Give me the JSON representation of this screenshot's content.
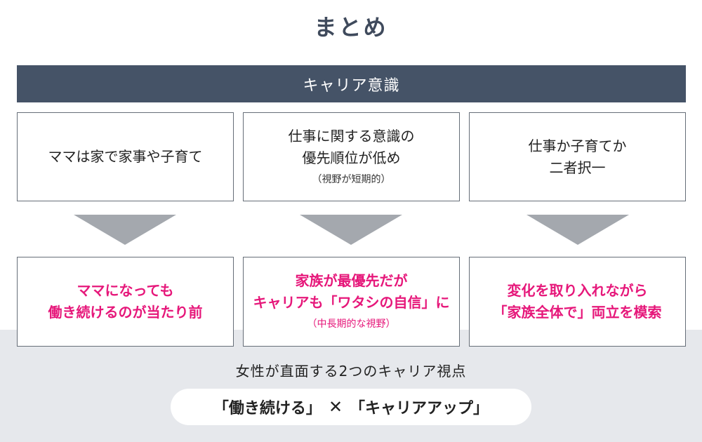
{
  "title": "まとめ",
  "section_header": "キャリア意識",
  "columns": [
    {
      "before": {
        "text": "ママは家で家事や子育て",
        "note": ""
      },
      "after": {
        "text": "ママになっても\n働き続けるのが当たり前",
        "note": ""
      }
    },
    {
      "before": {
        "text": "仕事に関する意識の\n優先順位が低め",
        "note": "（視野が短期的）"
      },
      "after": {
        "text": "家族が最優先だが\nキャリアも「ワタシの自信」に",
        "note": "（中長期的な視野）"
      }
    },
    {
      "before": {
        "text": "仕事か子育てか\n二者択一",
        "note": ""
      },
      "after": {
        "text": "変化を取り入れながら\n「家族全体で」両立を模索",
        "note": ""
      }
    }
  ],
  "footer": {
    "heading": "女性が直面する2つのキャリア視点",
    "left_term": "「働き続ける」",
    "cross": "✕",
    "right_term": "「キャリアアップ」"
  },
  "colors": {
    "header_bg": "#455367",
    "accent_pink": "#e6177a",
    "arrow_gray": "#a4a8ae",
    "band_gray": "#e6e8ec"
  }
}
